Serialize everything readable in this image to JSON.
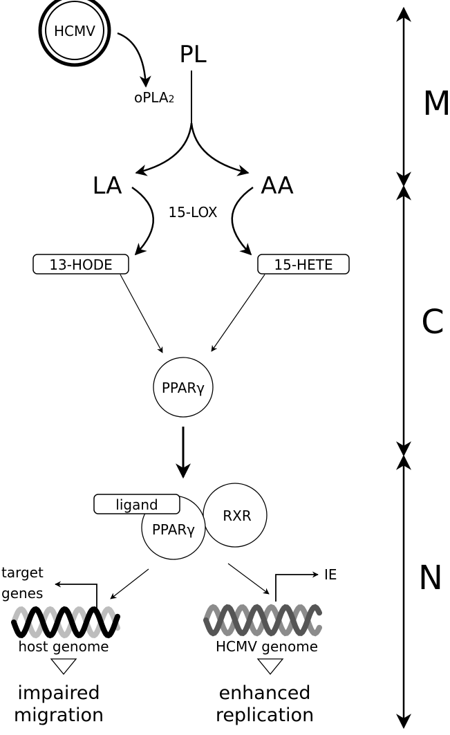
{
  "virus": {
    "label": "HCMV"
  },
  "enzymes": {
    "opla2_main": "oPLA",
    "opla2_sub": "2",
    "lox": "15-LOX"
  },
  "metabolites": {
    "pl": "PL",
    "la": "LA",
    "aa": "AA",
    "hode": "13-HODE",
    "hete": "15-HETE"
  },
  "receptor": {
    "ppar_top": "PPARγ",
    "ligand": "ligand",
    "ppar_complex": "PPARγ",
    "rxr": "RXR"
  },
  "genes": {
    "target_line1": "target",
    "target_line2": "genes",
    "ie": "IE",
    "host_genome": "host genome",
    "hcmv_genome": "HCMV genome"
  },
  "outcomes": {
    "left_line1": "impaired",
    "left_line2": "migration",
    "right_line1": "enhanced",
    "right_line2": "replication"
  },
  "compartments": [
    "M",
    "C",
    "N"
  ],
  "colors": {
    "stroke": "#000000",
    "helix_light": "#bdbdbd",
    "helix_mid": "#8c8c8c",
    "helix_dark": "#555555"
  }
}
